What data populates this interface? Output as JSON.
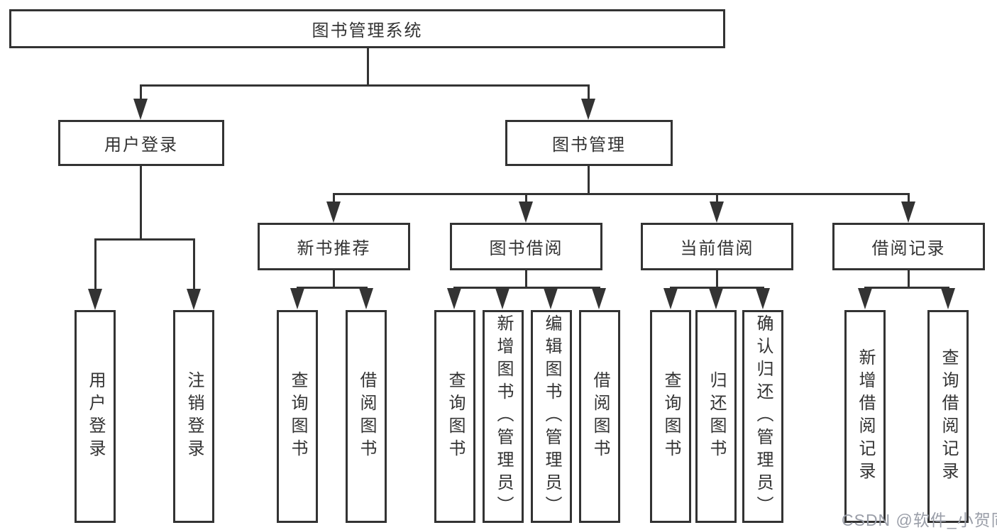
{
  "title": "图书管理系统",
  "colors": {
    "line": "#333333",
    "text": "#333333",
    "watermark": "#9a9ea8"
  },
  "watermark": "CSDN @软件_小贺同学",
  "nodes": {
    "root": "图书管理系统",
    "level2": [
      "用户登录",
      "图书管理"
    ],
    "level3": [
      "新书推荐",
      "图书借阅",
      "当前借阅",
      "借阅记录"
    ],
    "leaves": {
      "login": [
        "用户登录",
        "注销登录"
      ],
      "recommend": [
        "查询图书",
        "借阅图书"
      ],
      "borrow": [
        "查询图书",
        "新增图书（管理员）",
        "编辑图书（管理员）",
        "借阅图书"
      ],
      "current": [
        "查询图书",
        "归还图书",
        "确认归还（管理员）"
      ],
      "records": [
        "新增借阅记录",
        "查询借阅记录"
      ]
    }
  }
}
